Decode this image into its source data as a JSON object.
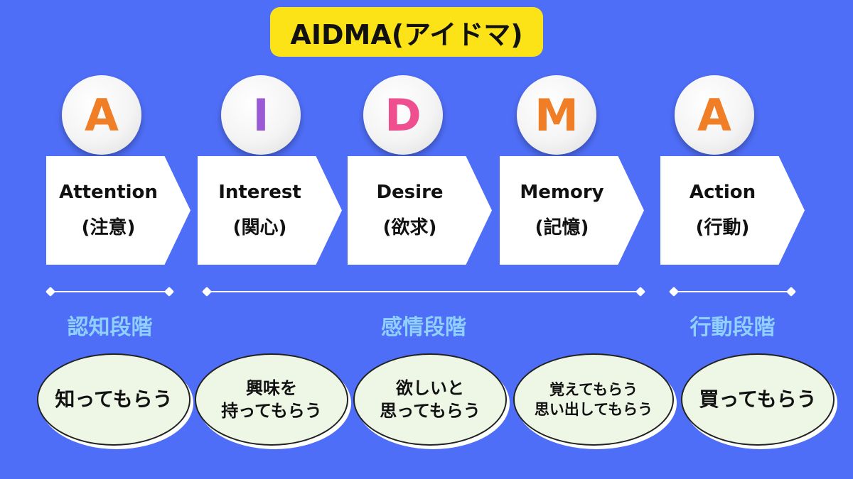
{
  "title": "AIDMA(アイドマ)",
  "colors": {
    "background": "#4f6ef7",
    "title_bg": "#fbe318",
    "stage_text": "#8fd0ff",
    "bubble_bg": "#eef7e6"
  },
  "steps": [
    {
      "letter": "A",
      "letter_color": "#f07e26",
      "en": "Attention",
      "ja": "(注意)"
    },
    {
      "letter": "I",
      "letter_color": "#9a5ad6",
      "en": "Interest",
      "ja": "(関心)"
    },
    {
      "letter": "D",
      "letter_color": "#ef4f8f",
      "en": "Desire",
      "ja": "(欲求)"
    },
    {
      "letter": "M",
      "letter_color": "#f07e26",
      "en": "Memory",
      "ja": "(記憶)"
    },
    {
      "letter": "A",
      "letter_color": "#f07e26",
      "en": "Action",
      "ja": "(行動)"
    }
  ],
  "stages": [
    {
      "label": "認知段階"
    },
    {
      "label": "感情段階"
    },
    {
      "label": "行動段階"
    }
  ],
  "goals": [
    {
      "line1": "知ってもらう",
      "line2": ""
    },
    {
      "line1": "興味を",
      "line2": "持ってもらう"
    },
    {
      "line1": "欲しいと",
      "line2": "思ってもらう"
    },
    {
      "line1": "覚えてもらう",
      "line2": "思い出してもらう"
    },
    {
      "line1": "買ってもらう",
      "line2": ""
    }
  ]
}
